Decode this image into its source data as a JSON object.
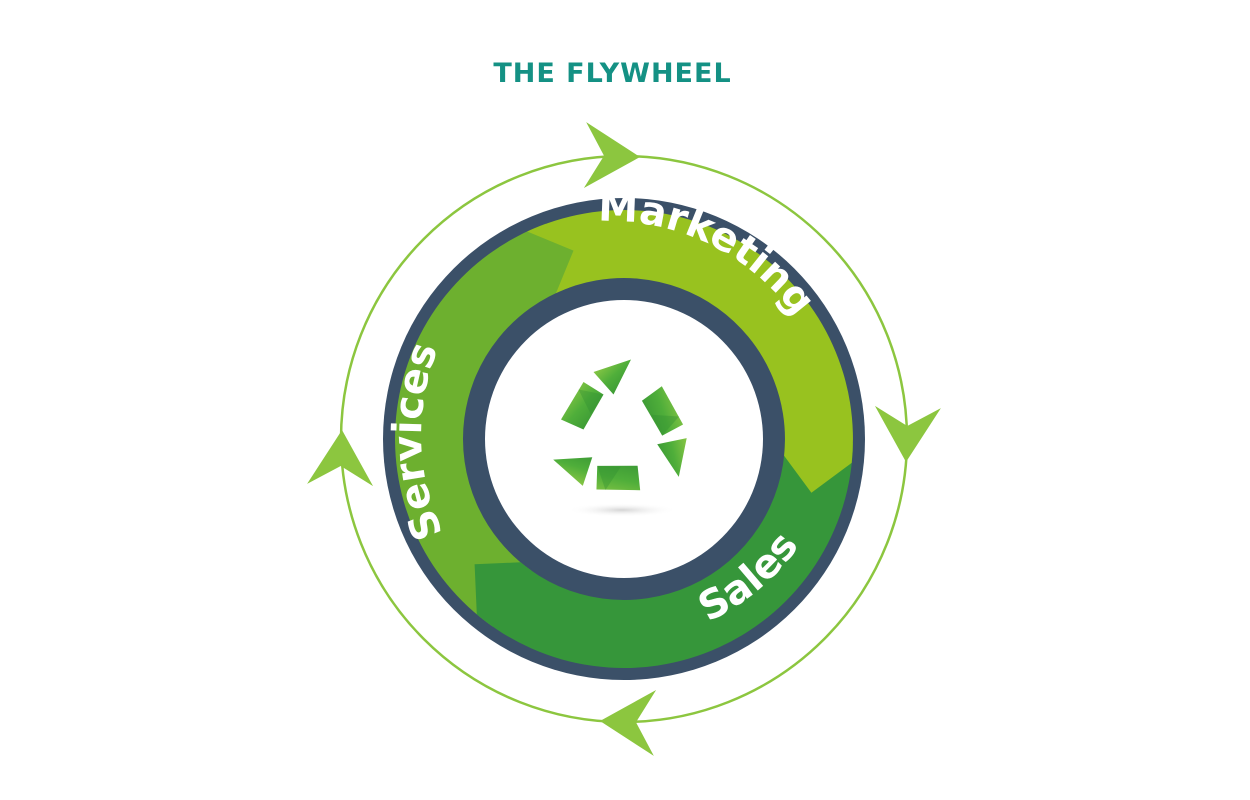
{
  "title": "THE FLYWHEEL",
  "segments": [
    {
      "label": "Marketing",
      "color": "#98c21f"
    },
    {
      "label": "Sales",
      "color": "#36963a"
    },
    {
      "label": "Services",
      "color": "#6db02f"
    }
  ],
  "colors": {
    "title": "#149184",
    "outer_cycle": "#8cc63f",
    "ring_border": "#3b5068",
    "hub_background": "#ffffff",
    "label_text": "#ffffff"
  },
  "icons": {
    "center": "recycle-icon",
    "cycle_arrows": "arrowhead-icon"
  }
}
